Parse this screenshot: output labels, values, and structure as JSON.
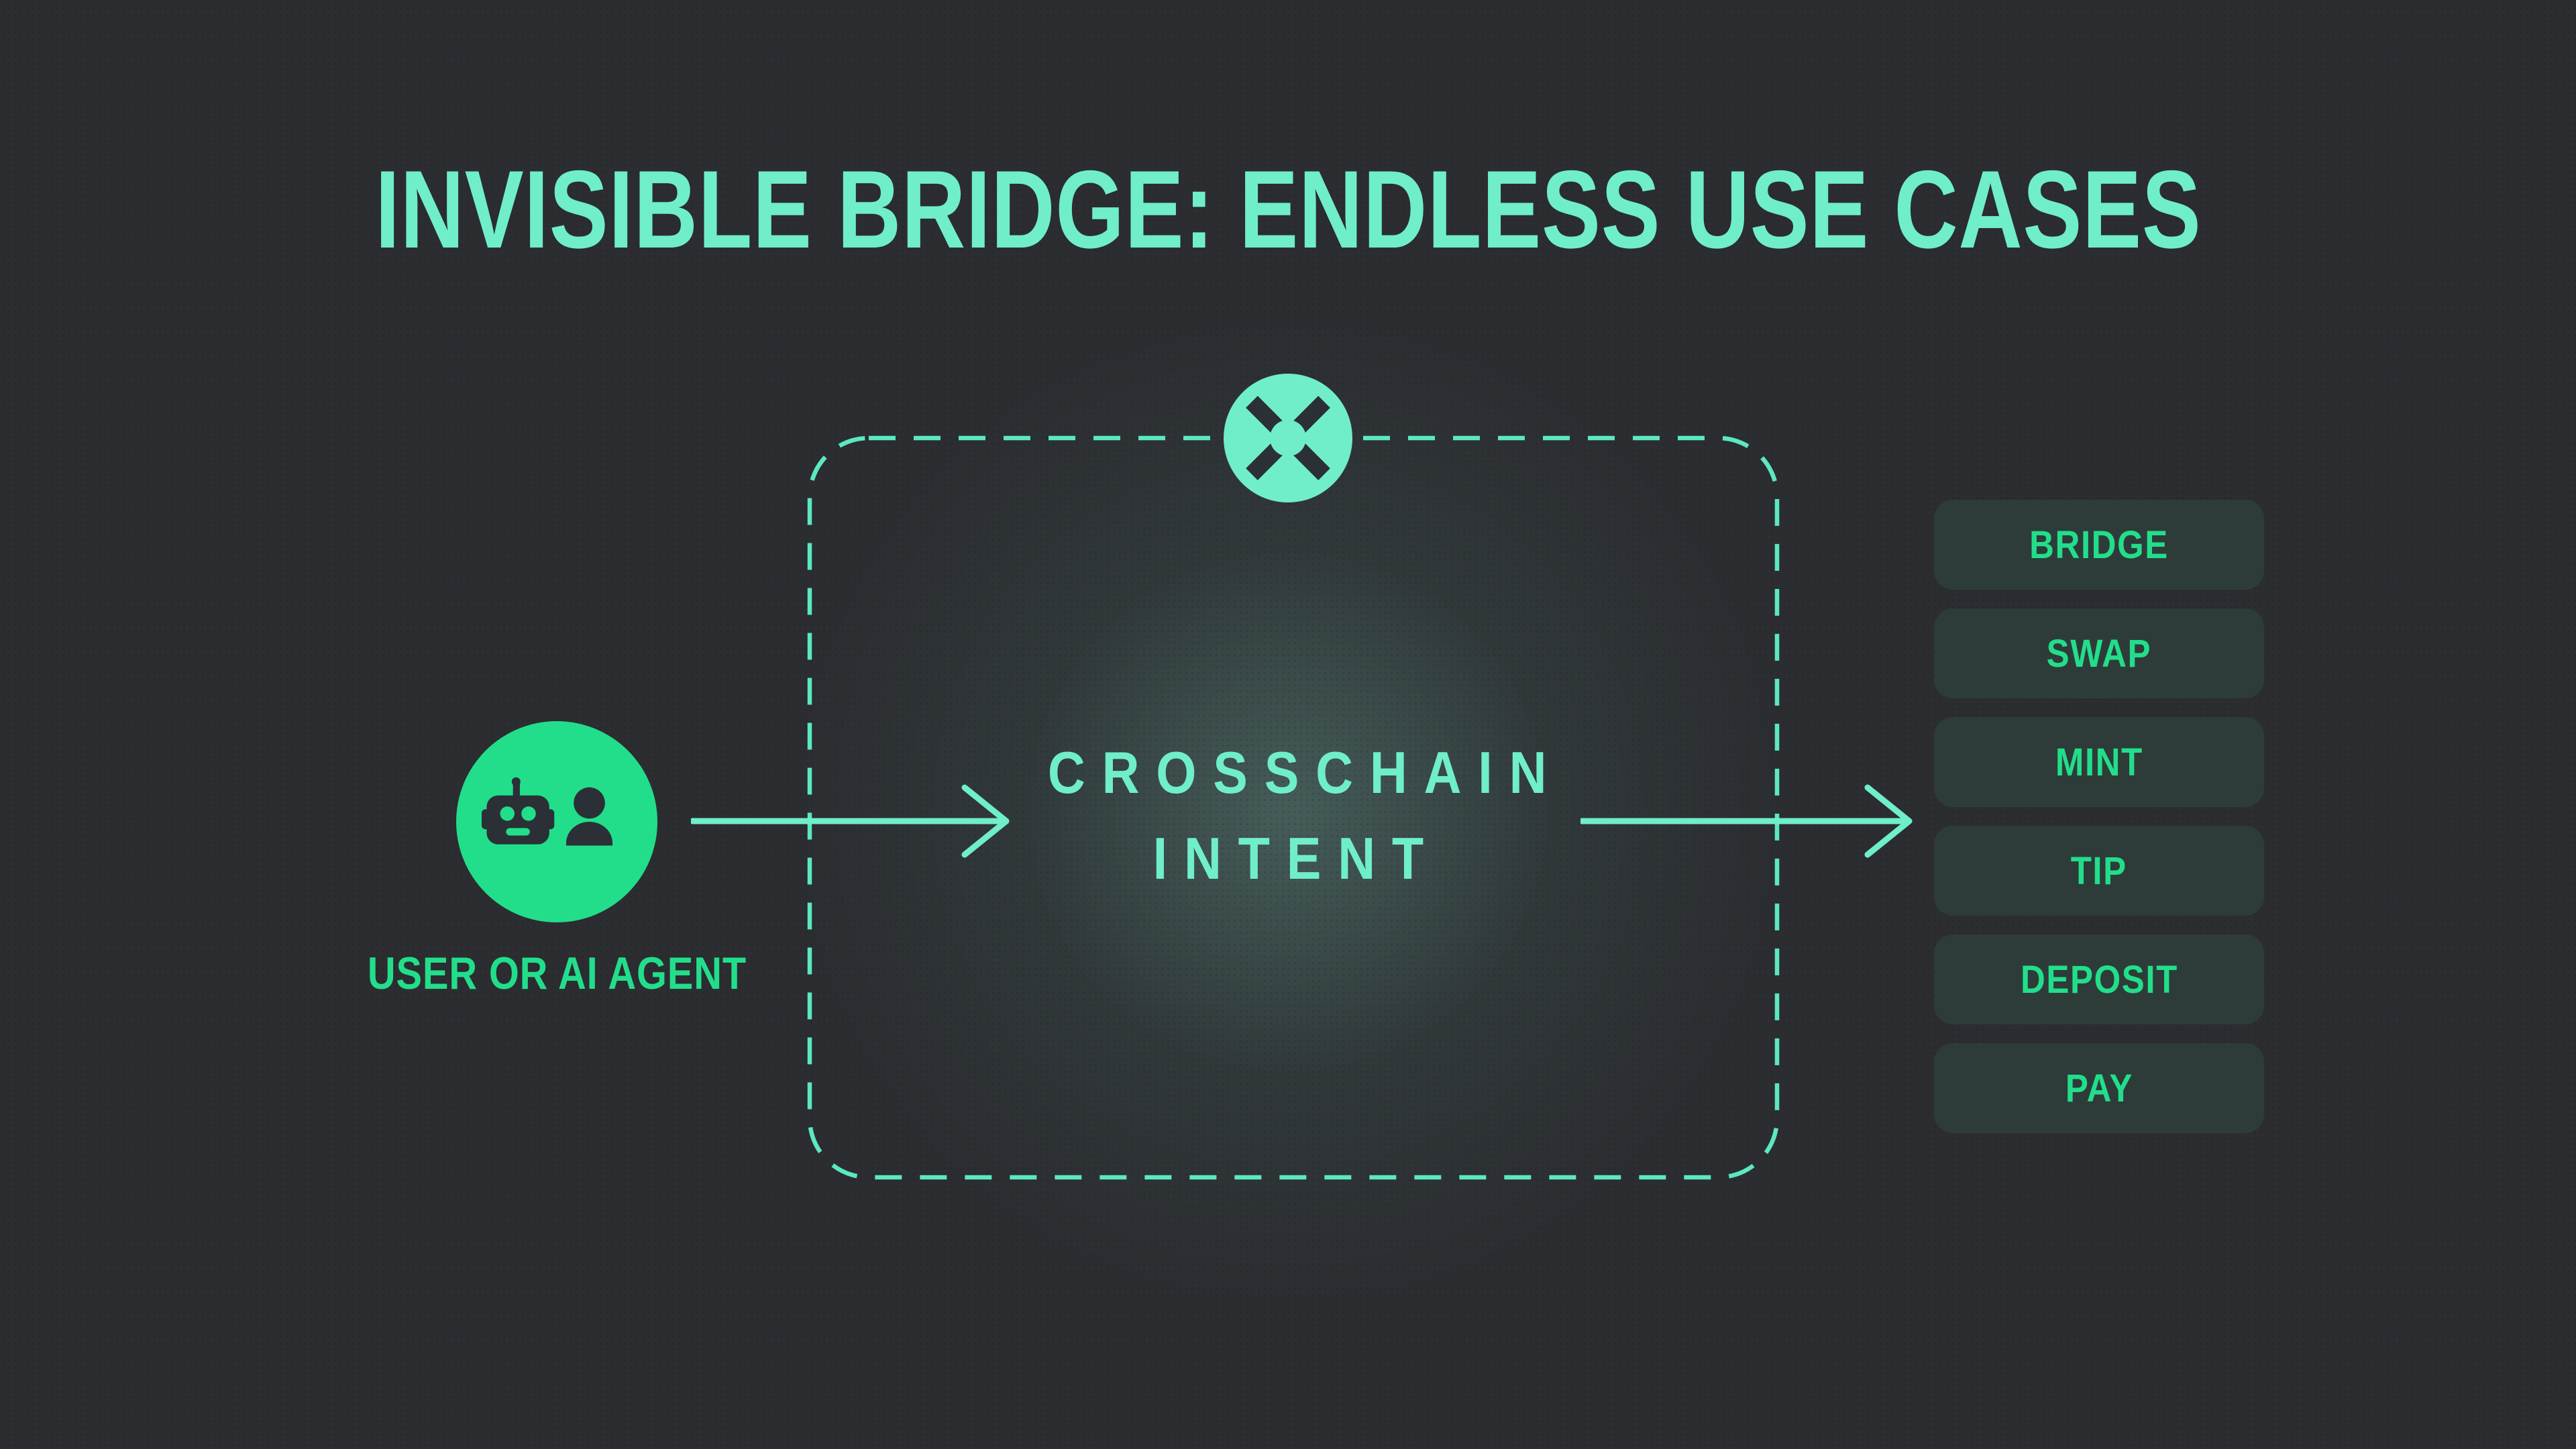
{
  "title": "INVISIBLE BRIDGE: ENDLESS USE CASES",
  "source": {
    "icon": "robot-and-user-icon",
    "label": "USER OR AI AGENT"
  },
  "intent": {
    "badge_icon": "x-cross-icon",
    "line1": "CROSSCHAIN",
    "line2": "INTENT"
  },
  "use_cases": [
    "BRIDGE",
    "SWAP",
    "MINT",
    "TIP",
    "DEPOSIT",
    "PAY"
  ],
  "colors": {
    "background": "#2b2d31",
    "center_glow": "#3d4e4a",
    "mint_accent": "#6feec9",
    "green_accent": "#22de8b",
    "icon_dark": "#2b3036",
    "button_background": "#2d3c39"
  }
}
